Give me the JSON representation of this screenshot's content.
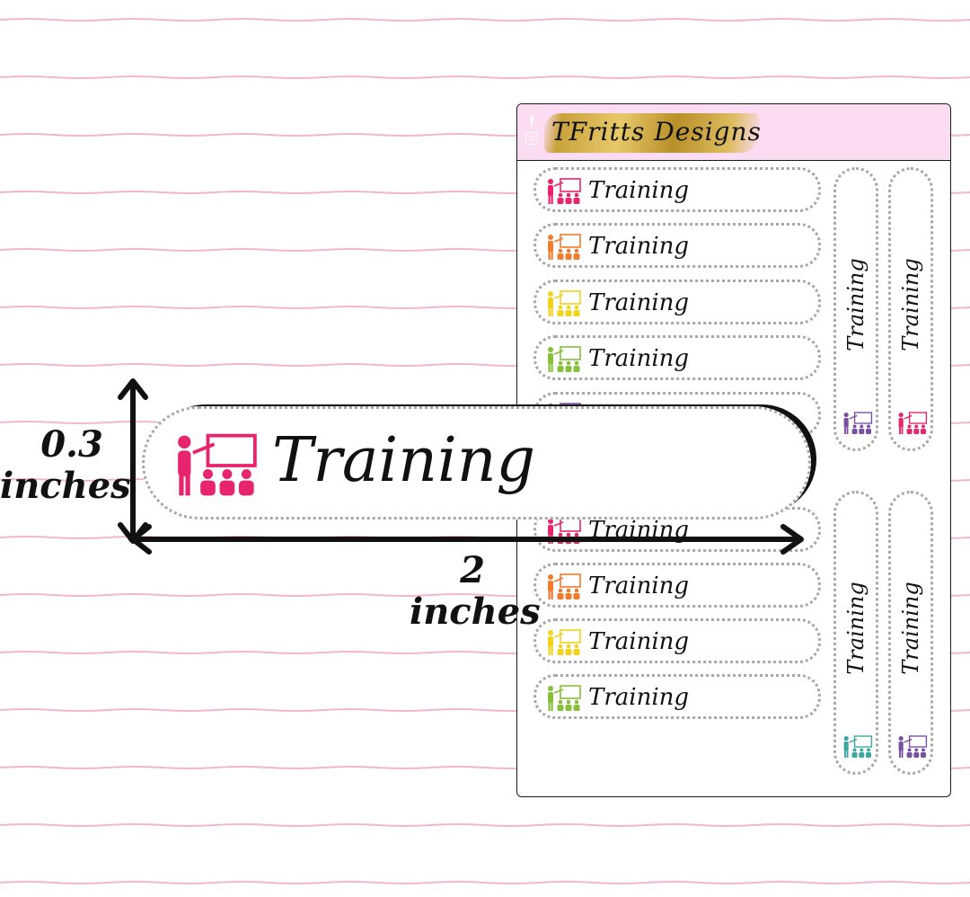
{
  "sheet": {
    "brand": "TFritts Designs",
    "social": {
      "facebook": "f",
      "instagram": ""
    },
    "horizontal_stickers": [
      {
        "label": "Training",
        "icon": "teacher-presentation-icon",
        "color": "#e8246e"
      },
      {
        "label": "Training",
        "icon": "teacher-presentation-icon",
        "color": "#f07b2c"
      },
      {
        "label": "Training",
        "icon": "teacher-presentation-icon",
        "color": "#f2d21b"
      },
      {
        "label": "Training",
        "icon": "teacher-presentation-icon",
        "color": "#86bf3a"
      },
      {
        "label": "Training",
        "icon": "teacher-presentation-icon",
        "color": "#7a4ea3"
      },
      {
        "label": "Training",
        "icon": "teacher-presentation-icon",
        "color": "#e8246e"
      },
      {
        "label": "Training",
        "icon": "teacher-presentation-icon",
        "color": "#f07b2c"
      },
      {
        "label": "Training",
        "icon": "teacher-presentation-icon",
        "color": "#f2d21b"
      },
      {
        "label": "Training",
        "icon": "teacher-presentation-icon",
        "color": "#86bf3a"
      }
    ],
    "vertical_stickers": [
      {
        "label": "Training",
        "icon": "teacher-presentation-icon",
        "color": "#7a4ea3"
      },
      {
        "label": "Training",
        "icon": "teacher-presentation-icon",
        "color": "#e8246e"
      },
      {
        "label": "Training",
        "icon": "teacher-presentation-icon",
        "color": "#3aa8a0"
      },
      {
        "label": "Training",
        "icon": "teacher-presentation-icon",
        "color": "#7a4ea3"
      }
    ]
  },
  "preview": {
    "label": "Training",
    "icon": "teacher-presentation-icon",
    "color": "#e8246e",
    "height_value": "0.3",
    "height_unit": "inches",
    "width_value": "2",
    "width_unit": "inches"
  },
  "colors": {
    "line": "#f2b8c8",
    "header_bg": "#fcdcf3"
  }
}
